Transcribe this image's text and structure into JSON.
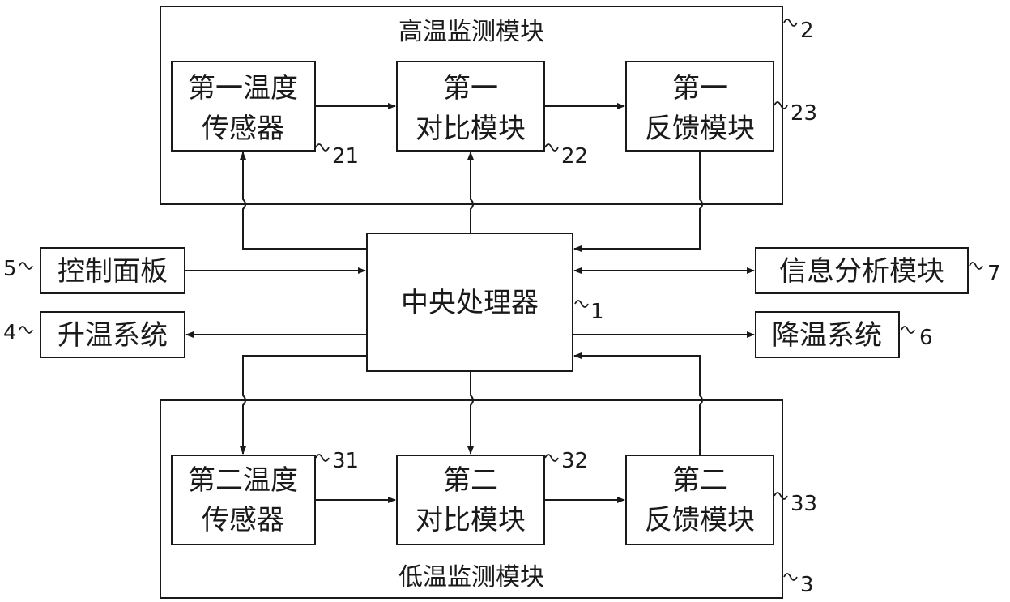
{
  "modules": {
    "high_temp": {
      "title": "高温监测模块",
      "ref": "2"
    },
    "low_temp": {
      "title": "低温监测模块",
      "ref": "3"
    }
  },
  "blocks": {
    "cpu": {
      "label": "中央处理器",
      "ref": "1"
    },
    "sensor1": {
      "line1": "第一温度",
      "line2": "传感器",
      "ref": "21"
    },
    "compare1": {
      "line1": "第一",
      "line2": "对比模块",
      "ref": "22"
    },
    "feedback1": {
      "line1": "第一",
      "line2": "反馈模块",
      "ref": "23"
    },
    "sensor2": {
      "line1": "第二温度",
      "line2": "传感器",
      "ref": "31"
    },
    "compare2": {
      "line1": "第二",
      "line2": "对比模块",
      "ref": "32"
    },
    "feedback2": {
      "line1": "第二",
      "line2": "反馈模块",
      "ref": "33"
    },
    "panel": {
      "label": "控制面板",
      "ref": "5"
    },
    "heating": {
      "label": "升温系统",
      "ref": "4"
    },
    "analysis": {
      "label": "信息分析模块",
      "ref": "7"
    },
    "cooling": {
      "label": "降温系统",
      "ref": "6"
    }
  }
}
